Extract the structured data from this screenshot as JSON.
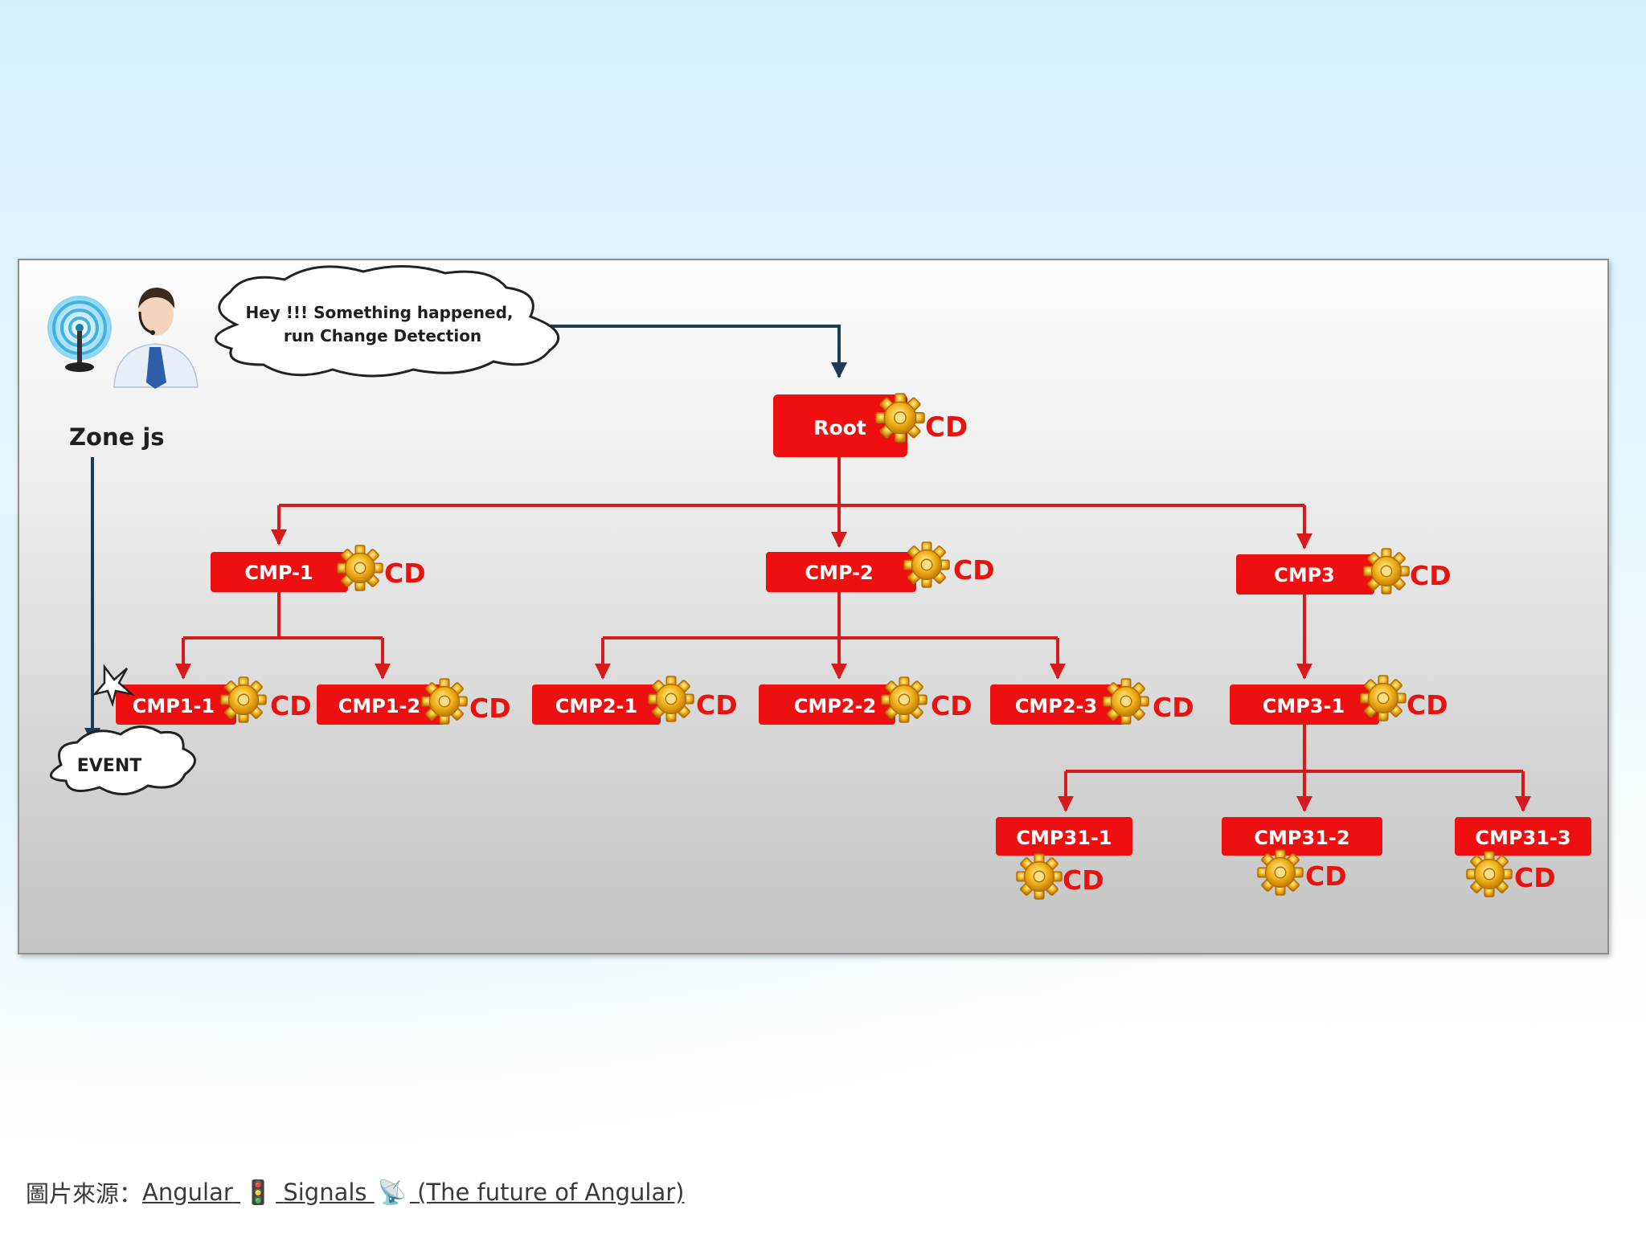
{
  "speech_bubble": {
    "line1": "Hey !!! Something happened,",
    "line2": "run Change Detection"
  },
  "zone_label": "Zone js",
  "event_label": "EVENT",
  "cd_label": "CD",
  "nodes": {
    "root": "Root",
    "cmp_1": "CMP-1",
    "cmp_2": "CMP-2",
    "cmp_3": "CMP3",
    "cmp1_1": "CMP1-1",
    "cmp1_2": "CMP1-2",
    "cmp2_1": "CMP2-1",
    "cmp2_2": "CMP2-2",
    "cmp2_3": "CMP2-3",
    "cmp3_1": "CMP3-1",
    "cmp31_1": "CMP31-1",
    "cmp31_2": "CMP31-2",
    "cmp31_3": "CMP31-3"
  },
  "caption": {
    "prefix": "圖片來源：",
    "link_part1": "Angular",
    "link_part2": "Signals",
    "link_part3": "(The future of Angular)",
    "emoji_1": "🚦",
    "emoji_2": "📡"
  },
  "colors": {
    "node_red": "#ee1010",
    "edge_red": "#d81a1a",
    "edge_navy": "#1d3b55",
    "gear_gold": "#f2b21a"
  }
}
